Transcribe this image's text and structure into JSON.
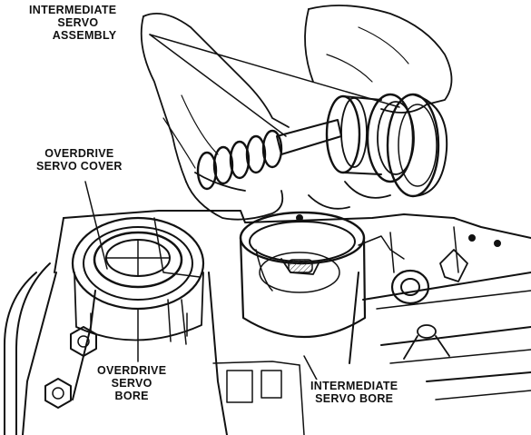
{
  "labels": {
    "intermediate_servo_assembly": [
      "INTERMEDIATE",
      "SERVO",
      "ASSEMBLY"
    ],
    "overdrive_servo_cover": [
      "OVERDRIVE",
      "SERVO COVER"
    ],
    "overdrive_servo_bore": [
      "OVERDRIVE",
      "SERVO",
      "BORE"
    ],
    "intermediate_servo_bore": [
      "INTERMEDIATE",
      "SERVO BORE"
    ]
  },
  "colors": {
    "ink": "#111111",
    "paper": "#ffffff",
    "shade": "#555555"
  }
}
